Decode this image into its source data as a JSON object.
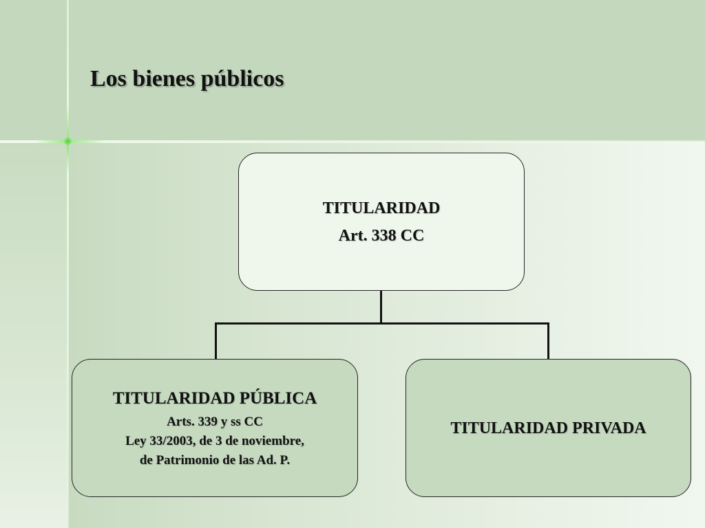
{
  "slide": {
    "title": "Los bienes públicos"
  },
  "diagram": {
    "root": {
      "title": "TITULARIDAD",
      "subtitle": "Art. 338 CC"
    },
    "children": [
      {
        "title": "TITULARIDAD PÚBLICA",
        "details": [
          "Arts. 339 y ss CC",
          "Ley 33/2003, de 3 de noviembre,",
          "de Patrimonio de las Ad. P."
        ]
      },
      {
        "title": "TITULARIDAD PRIVADA"
      }
    ]
  },
  "colors": {
    "background": "#c4d8bd",
    "root_fill": "#eff7ed",
    "child_fill": "#c6dac0",
    "accent_green": "#4fcf2f",
    "text": "#111111"
  }
}
